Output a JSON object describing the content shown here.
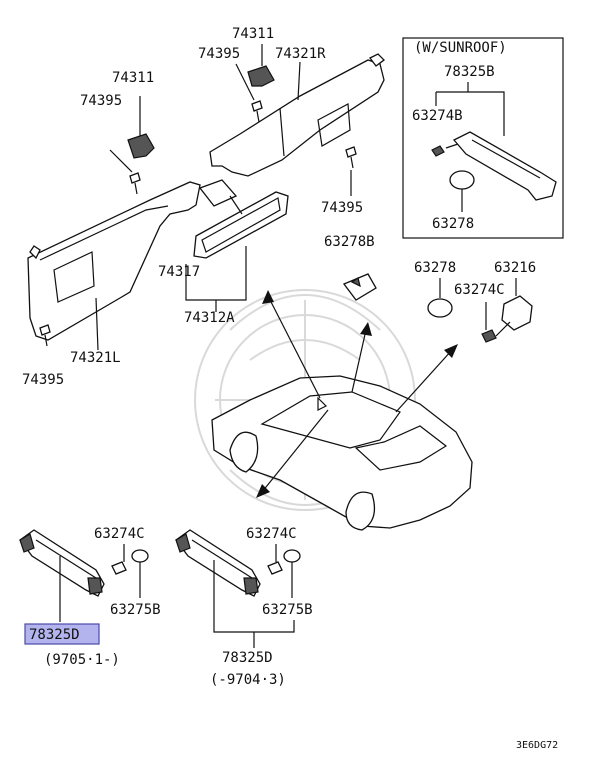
{
  "labels": {
    "p74311_left": "74311",
    "p74395_left": "74395",
    "p74321L": "74321L",
    "p74395_left_bottom": "74395",
    "p74311_right": "74311",
    "p74395_right_top": "74395",
    "p74321R": "74321R",
    "p74395_right_side": "74395",
    "p74317": "74317",
    "p74312A": "74312A",
    "sunroof_header": "(W/SUNROOF)",
    "p78325B": "78325B",
    "p63274B": "63274B",
    "p63278_sunroof": "63278",
    "p63278B": "63278B",
    "p63278": "63278",
    "p63216": "63216",
    "p63274C_right": "63274C",
    "p63274C_left": "63274C",
    "p63275B_left": "63275B",
    "p78325D_highlight": "78325D",
    "date_left": "(9705·1-)",
    "p63274C_mid": "63274C",
    "p63275B_mid": "63275B",
    "p78325D_mid": "78325D",
    "date_mid": "(-9704·3)",
    "figure_code": "3E6DG72"
  }
}
